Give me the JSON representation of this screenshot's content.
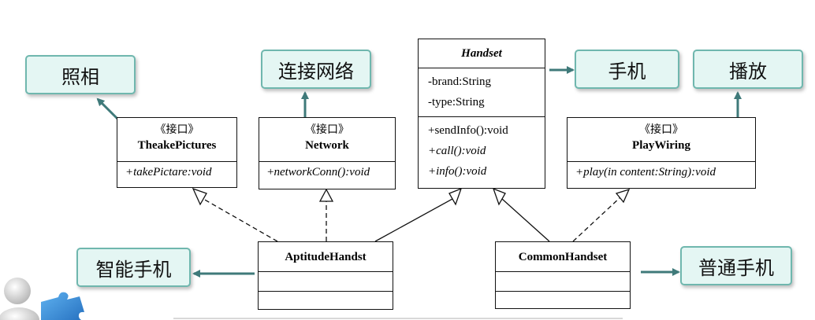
{
  "notes": {
    "photo": "照相",
    "network": "连接网络",
    "handset": "手机",
    "play": "播放",
    "smart": "智能手机",
    "common": "普通手机"
  },
  "classes": {
    "take_pictures": {
      "stereotype": "《接口》",
      "name": "TheakePictures",
      "operations": [
        "+takePictare:void"
      ]
    },
    "network": {
      "stereotype": "《接口》",
      "name": "Network",
      "operations": [
        "+networkConn():void"
      ]
    },
    "handset": {
      "name": "Handset",
      "attributes": [
        "-brand:String",
        "-type:String"
      ],
      "operations": [
        "+sendInfo():void",
        "+call():void",
        "+info():void"
      ]
    },
    "play_wiring": {
      "stereotype": "《接口》",
      "name": "PlayWiring",
      "operations": [
        "+play(in content:String):void"
      ]
    },
    "aptitude_handset": {
      "name": "AptitudeHandst"
    },
    "common_handset": {
      "name": "CommonHandset"
    }
  },
  "colors": {
    "note_fill": "#e4f6f3",
    "note_border": "#6fb7ae",
    "arrow": "#3f7a7a",
    "line": "#111111"
  }
}
